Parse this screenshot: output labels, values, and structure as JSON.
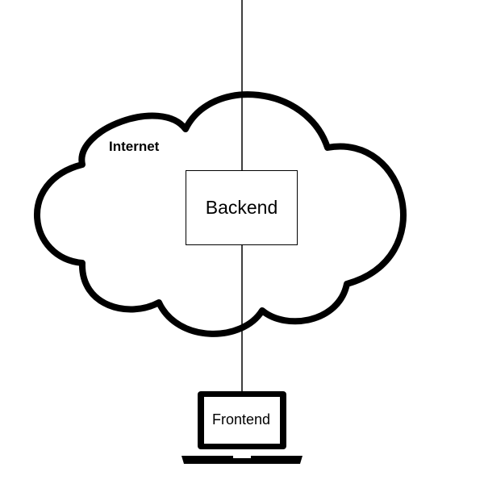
{
  "diagram": {
    "cloud_label": "Internet",
    "server_label": "Backend",
    "client_label": "Frontend",
    "cloud_icon": "cloud-icon",
    "client_icon": "laptop-icon",
    "stroke_color": "#000000",
    "background_color": "#ffffff"
  }
}
